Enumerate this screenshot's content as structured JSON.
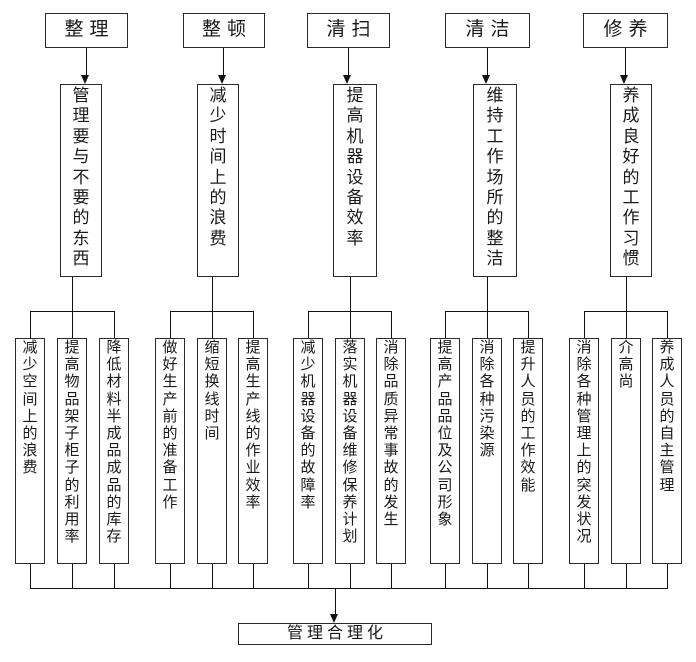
{
  "diagram": {
    "bottom_label": "管理合理化",
    "line_color": "#111111",
    "columns": [
      {
        "top": "整理",
        "mid": "管理要与不要的东西",
        "children": [
          "减少空间上的浪费",
          "提高物品架子柜子的利用率",
          "降低材料半成品成品的库存"
        ]
      },
      {
        "top": "整顿",
        "mid": "减少时间上的浪费",
        "children": [
          "做好生产前的准备工作",
          "缩短换线时间",
          "提高生产线的作业效率"
        ]
      },
      {
        "top": "清扫",
        "mid": "提高机器设备效率",
        "children": [
          "减少机器设备的故障率",
          "落实机器设备维修保养计划",
          "消除品质异常事故的发生"
        ]
      },
      {
        "top": "清洁",
        "mid": "维持工作场所的整洁",
        "children": [
          "提高产品品位及公司形象",
          "消除各种污染源",
          "提升人员的工作效能"
        ]
      },
      {
        "top": "修养",
        "mid": "养成良好的工作习惯",
        "children": [
          "消除各种管理上的突发状况",
          "介高尚",
          "养成人员的自主管理"
        ]
      }
    ]
  }
}
